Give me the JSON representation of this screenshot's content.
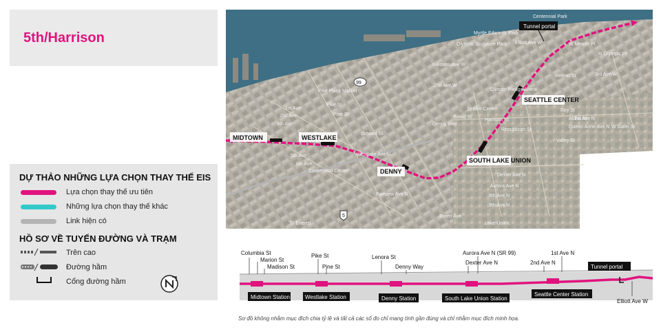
{
  "title": "5th/Harrison",
  "legend": {
    "heading": "DỰ THẢO NHỮNG LỰA CHỌN THAY THẾ EIS",
    "items": [
      {
        "label": "Lựa chọn thay thế ưu tiên",
        "color": "#e0137e"
      },
      {
        "label": "Những lựa chọn thay thế khác",
        "color": "#33c9c9"
      },
      {
        "label": "Link hiện có",
        "color": "#b4b4b4"
      }
    ],
    "profile_heading": "HỒ SƠ VỀ TUYẾN ĐƯỜNG VÀ TRẠM",
    "profile_items": [
      {
        "label": "Trên cao",
        "icon": "elevated-line-icon"
      },
      {
        "label": "Đường hầm",
        "icon": "tunnel-line-icon"
      },
      {
        "label": "Cổng đường hầm",
        "icon": "tunnel-portal-icon"
      }
    ],
    "north_icon": "north-arrow-icon"
  },
  "map": {
    "colors": {
      "water": "#3e6f84",
      "land": "#b8b3aa",
      "route": "#e0137e"
    },
    "stations": [
      "MIDTOWN",
      "WESTLAKE",
      "DENNY",
      "SOUTH LAKE UNION",
      "SEATTLE CENTER"
    ],
    "callout": "Tunnel portal",
    "labels": [
      "Centennial Park",
      "Myrtle Edwards Park",
      "Olympic Sculpture Park",
      "Western Ave W",
      "Elliott Ave W",
      "W Mercer Pl",
      "W Olympic Pl",
      "3rd Ave W",
      "2nd Ave W",
      "Pike Place Market",
      "1st Ave",
      "2nd Ave",
      "4th Ave",
      "5th Ave",
      "6th Ave",
      "Pike St",
      "Pine St",
      "Stewart St",
      "Westlake Ave N",
      "Denny Way",
      "Broad St",
      "Climate Pledge Arena",
      "Seattle Center",
      "Harrison St",
      "Republican St",
      "Mercer St",
      "Roy St",
      "Aloha St",
      "Valley St",
      "Dexter Ave N",
      "Aurora Ave N",
      "8th Ave N",
      "9th Ave N",
      "Fairview Ave N",
      "Boren Ave",
      "Lake Union",
      "Convention Center",
      "Queen Anne Ave N",
      "1st Ave N",
      "To Everett",
      "W Galer St",
      "99",
      "5"
    ]
  },
  "profile": {
    "streets": [
      "Columbia St",
      "Marion St",
      "Madison St",
      "Pike St",
      "Pine St",
      "Lenora St",
      "Denny Way",
      "Dexter Ave N",
      "Aurora Ave N (SR 99)",
      "2nd Ave N",
      "1st Ave N",
      "Elliott Ave W"
    ],
    "stations": [
      "Midtown Station",
      "Westlake Station",
      "Denny Station",
      "South Lake Union Station",
      "Seattle Center Station"
    ],
    "portal": "Tunnel portal"
  },
  "note": "Sơ đồ không nhằm mục đích chia tỷ lệ và tất cả các số đo chỉ mang tính gần đúng và chỉ nhằm mục đích minh họa."
}
